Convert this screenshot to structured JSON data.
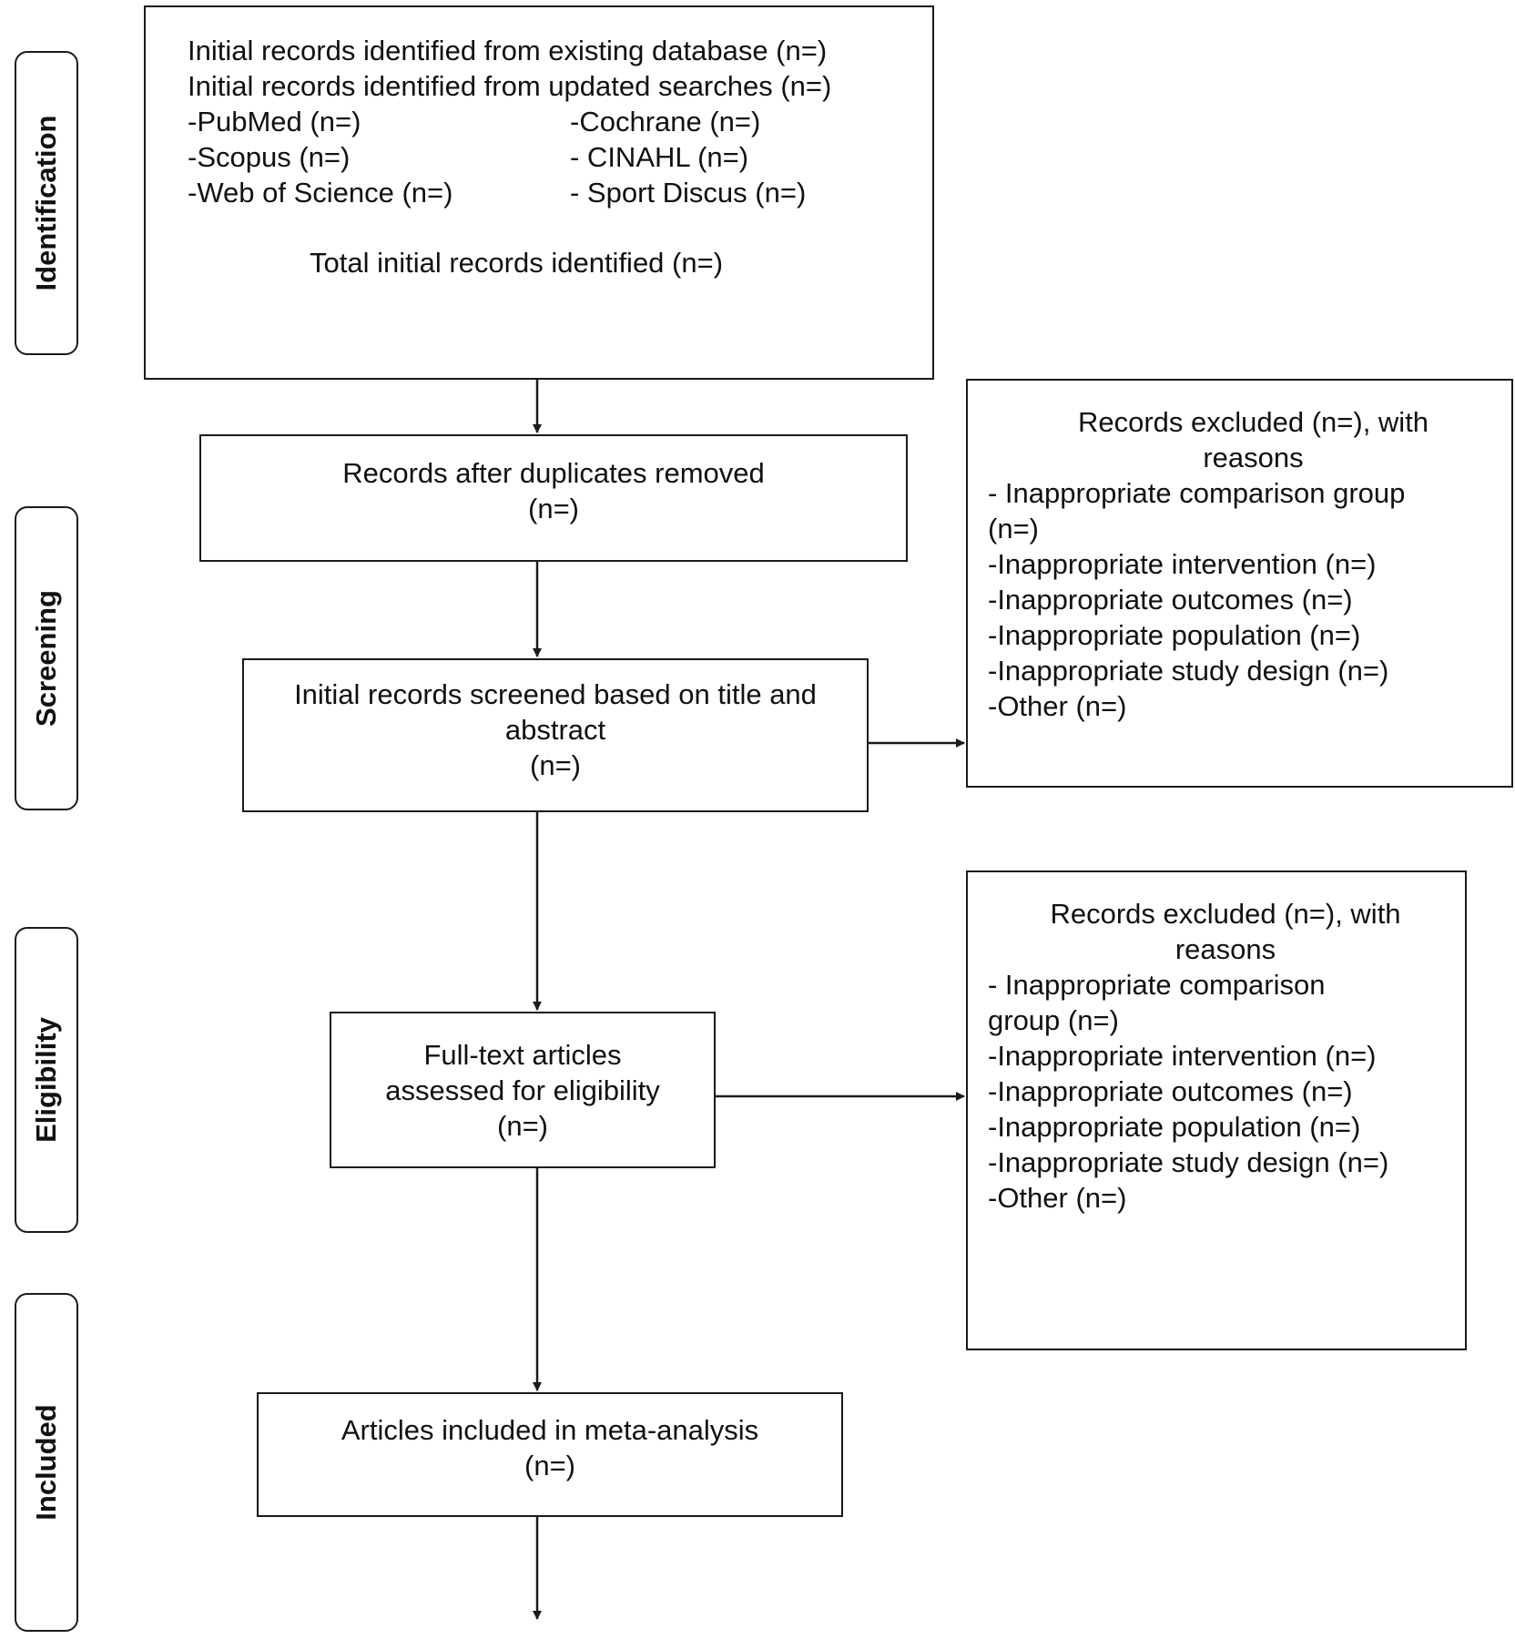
{
  "phases": [
    "Identification",
    "Screening",
    "Eligibility",
    "Included"
  ],
  "identification_box": {
    "line1": "Initial records identified from existing database (n=)",
    "line2": "Initial records identified from updated searches (n=)",
    "sources": [
      "-PubMed (n=)",
      "-Cochrane (n=)",
      "-Scopus (n=)",
      "- CINAHL (n=)",
      "-Web of Science (n=)",
      "- Sport Discus (n=)"
    ],
    "total": "Total initial records identified (n=)"
  },
  "duplicates_box": {
    "line1": "Records after duplicates removed",
    "line2": "(n=)"
  },
  "screened_box": {
    "line1": "Initial records screened based on title and abstract",
    "line2": "(n=)"
  },
  "fulltext_box": {
    "line1": "Full-text articles",
    "line2": "assessed for eligibility",
    "line3": "(n=)"
  },
  "included_box": {
    "line1": "Articles included in meta-analysis",
    "line2": "(n=)"
  },
  "excluded_screening": {
    "title": "Records excluded (n=), with reasons",
    "reasons": [
      "- Inappropriate comparison group (n=)",
      "-Inappropriate intervention (n=)",
      "-Inappropriate outcomes (n=)",
      "-Inappropriate population (n=)",
      "-Inappropriate study design (n=)",
      "-Other (n=)"
    ]
  },
  "excluded_eligibility": {
    "title": "Records excluded (n=), with reasons",
    "reasons": [
      "- Inappropriate comparison group (n=)",
      "-Inappropriate intervention (n=)",
      "-Inappropriate outcomes (n=)",
      "-Inappropriate population (n=)",
      "-Inappropriate study design (n=)",
      "-Other (n=)"
    ]
  }
}
